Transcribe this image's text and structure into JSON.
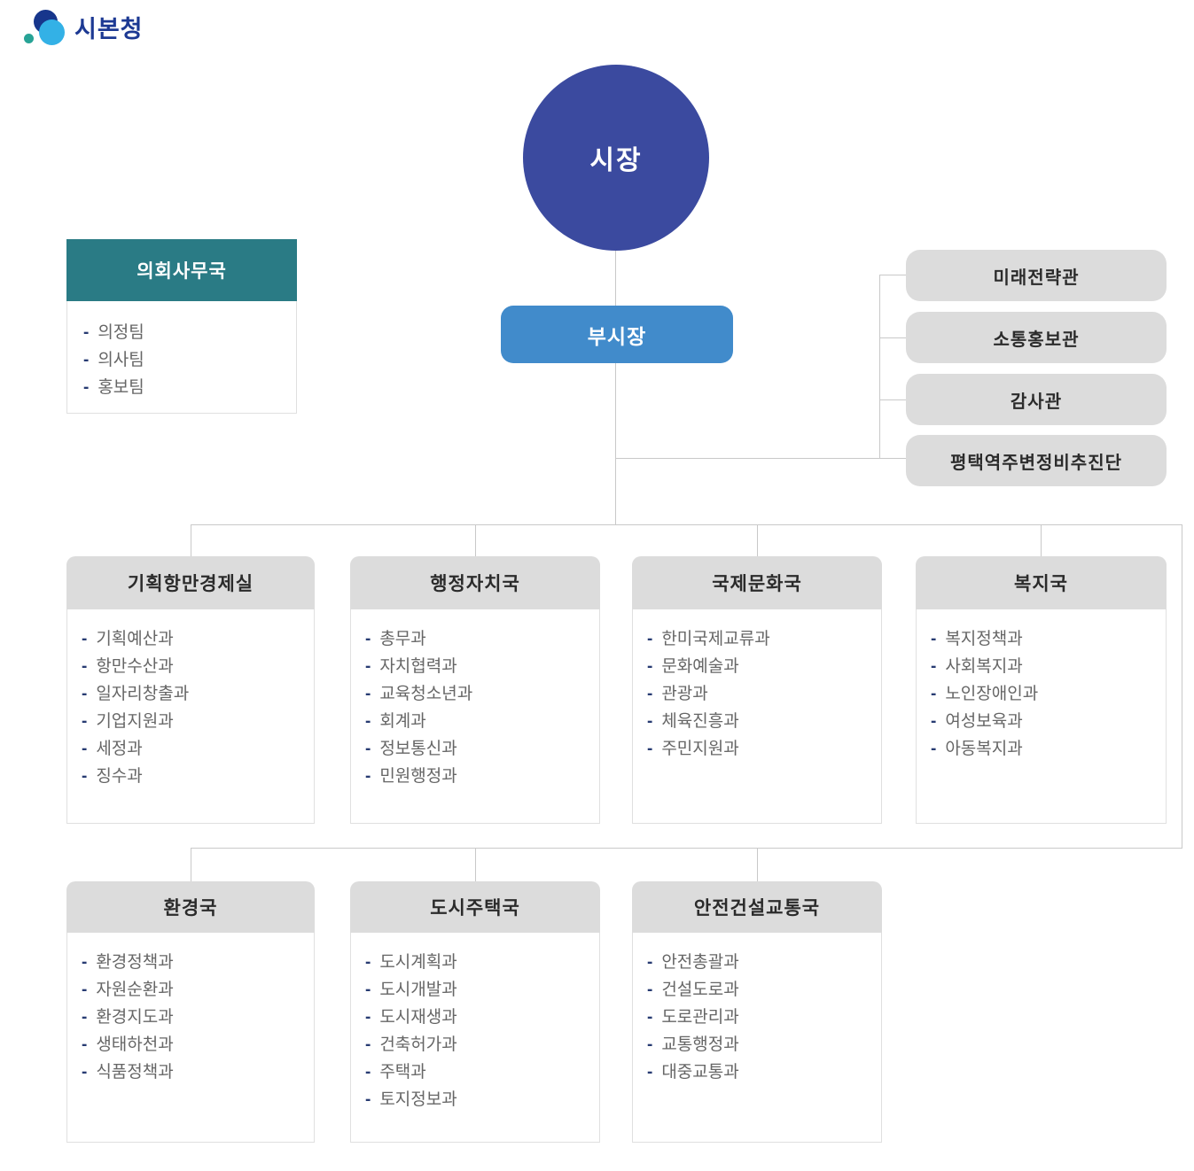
{
  "logo": {
    "text": "시본청"
  },
  "bullet": "-",
  "colors": {
    "logo_text": "#1c3993",
    "logo_icon_navy": "#17368c",
    "logo_icon_cyan": "#33b1e6",
    "logo_icon_teal": "#27a396",
    "mayor_bg": "#3b4a9f",
    "vice_mayor_bg": "#418bcb",
    "council_header_bg": "#2a7b85",
    "gray_box_bg": "#dcdcdc",
    "connector_line": "#c9c9c9",
    "bullet_dash": "#273b72",
    "item_text": "#666666",
    "box_text": "#2b2b2b"
  },
  "mayor": {
    "label": "시장"
  },
  "vice_mayor": {
    "label": "부시장"
  },
  "council": {
    "title": "의회사무국",
    "items": [
      "의정팀",
      "의사팀",
      "홍보팀"
    ]
  },
  "staff_offices": [
    "미래전략관",
    "소통홍보관",
    "감사관",
    "평택역주변정비추진단"
  ],
  "departments_row1": [
    {
      "title": "기획항만경제실",
      "items": [
        "기획예산과",
        "항만수산과",
        "일자리창출과",
        "기업지원과",
        "세정과",
        "징수과"
      ]
    },
    {
      "title": "행정자치국",
      "items": [
        "총무과",
        "자치협력과",
        "교육청소년과",
        "회계과",
        "정보통신과",
        "민원행정과"
      ]
    },
    {
      "title": "국제문화국",
      "items": [
        "한미국제교류과",
        "문화예술과",
        "관광과",
        "체육진흥과",
        "주민지원과"
      ]
    },
    {
      "title": "복지국",
      "items": [
        "복지정책과",
        "사회복지과",
        "노인장애인과",
        "여성보육과",
        "아동복지과"
      ]
    }
  ],
  "departments_row2": [
    {
      "title": "환경국",
      "items": [
        "환경정책과",
        "자원순환과",
        "환경지도과",
        "생태하천과",
        "식품정책과"
      ]
    },
    {
      "title": "도시주택국",
      "items": [
        "도시계획과",
        "도시개발과",
        "도시재생과",
        "건축허가과",
        "주택과",
        "토지정보과"
      ]
    },
    {
      "title": "안전건설교통국",
      "items": [
        "안전총괄과",
        "건설도로과",
        "도로관리과",
        "교통행정과",
        "대중교통과"
      ]
    }
  ]
}
